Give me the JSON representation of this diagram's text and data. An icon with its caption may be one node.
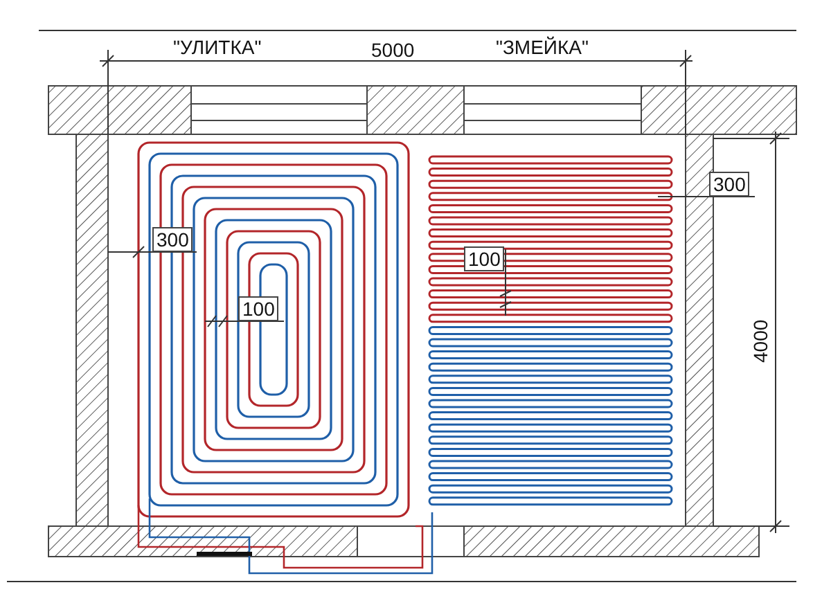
{
  "diagram": {
    "labels": [
      "\"УЛИТКА\"",
      "5000",
      "\"ЗМЕЙКА\"",
      "300",
      "300",
      "100",
      "100",
      "4000"
    ]
  }
}
